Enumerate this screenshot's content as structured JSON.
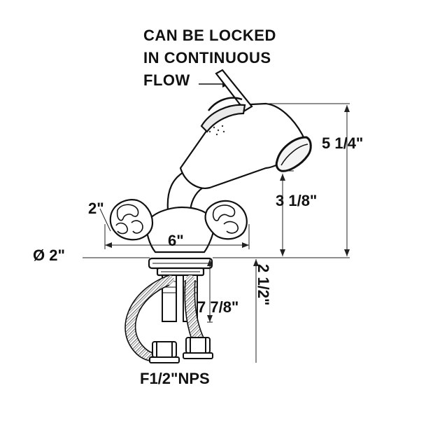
{
  "callout": {
    "line1": "CAN BE LOCKED",
    "line2": "IN CONTINUOUS",
    "line3": "FLOW"
  },
  "dimensions": {
    "overall_height": "5 1/4\"",
    "spout_height": "3 1/8\"",
    "handle_width": "2\"",
    "handle_spread": "6\"",
    "base_diameter": "Ø 2\"",
    "shank_length": "2 1/2\"",
    "hose_length": "7 7/8\"",
    "connection": "F1/2\"NPS"
  },
  "colors": {
    "line": "#111111",
    "dim_line": "#222222",
    "background": "#ffffff"
  }
}
